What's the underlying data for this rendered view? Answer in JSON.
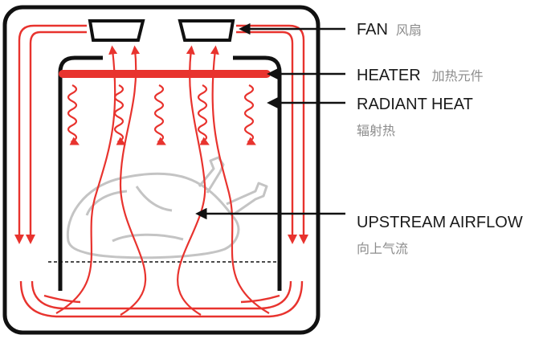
{
  "colors": {
    "heat_red": "#e8332e",
    "outline_black": "#111111",
    "food_gray": "#c4c4c4",
    "text_dark": "#1a1a1a",
    "text_gray": "#8c8c8c"
  },
  "labels": {
    "fan": {
      "en": "FAN",
      "cn": "风扇"
    },
    "heater": {
      "en": "HEATER",
      "cn": "加热元件"
    },
    "radiant_heat": {
      "en": "RADIANT HEAT",
      "cn": "辐射热"
    },
    "upstream_airflow": {
      "en": "UPSTREAM AIRFLOW",
      "cn": "向上气流"
    }
  },
  "icons": {
    "food": "roast-chicken-icon",
    "fan": "fan-icon",
    "heater": "heater-element-icon"
  }
}
